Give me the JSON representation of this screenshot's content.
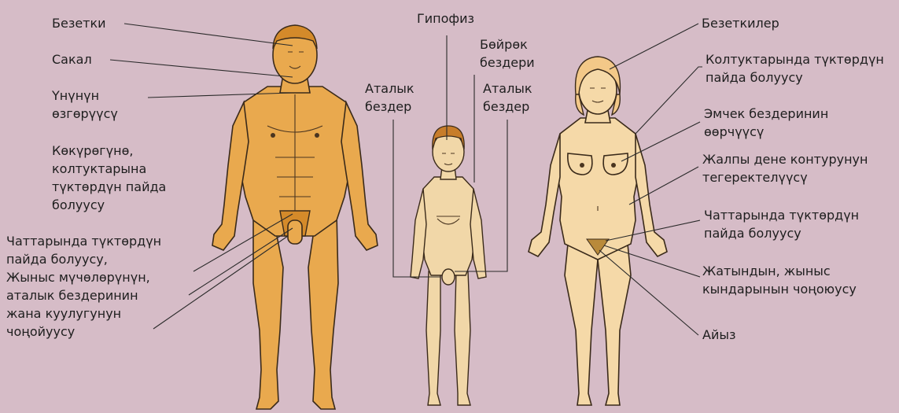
{
  "colors": {
    "background": "#d6bcc7",
    "male_skin": "#e9a94e",
    "child_skin": "#f1d7a8",
    "female_skin": "#f5d9a8"
  },
  "labels": {
    "male": {
      "glands": "Безетки",
      "beard": "Сакал",
      "voice": "Үнүнүн\nөзгөрүүсү",
      "chest_hair": "Көкүрөгүнө,\nколтуктарына\nтүктөрдүн пайда\nболуусу",
      "pubic": "Чаттарында түктөрдүн\nпайда болуусу,\nЖыныс мүчөлөрүнүн,\nаталык бездеринин\nжана куулугунун\nчоңойуусу"
    },
    "child": {
      "pituitary": "Гипофиз",
      "adrenal": "Бөйрөк\nбездери",
      "testes_left": "Аталык\nбездер",
      "testes_right": "Аталык\nбездер"
    },
    "female": {
      "glands": "Безеткилер",
      "armpit_hair": "Колтуктарында түктөрдүн\nпайда болуусу",
      "breast": "Эмчек бездеринин\nөөрчүүсү",
      "contour": "Жалпы дене контурунун\nтегеректелүүсү",
      "pubic": "Чаттарында түктөрдүн\nпайда болуусу",
      "uterus": "Жатындын, жыныс\nкындарынын чоңоюусу",
      "menses": "Айыз"
    }
  }
}
